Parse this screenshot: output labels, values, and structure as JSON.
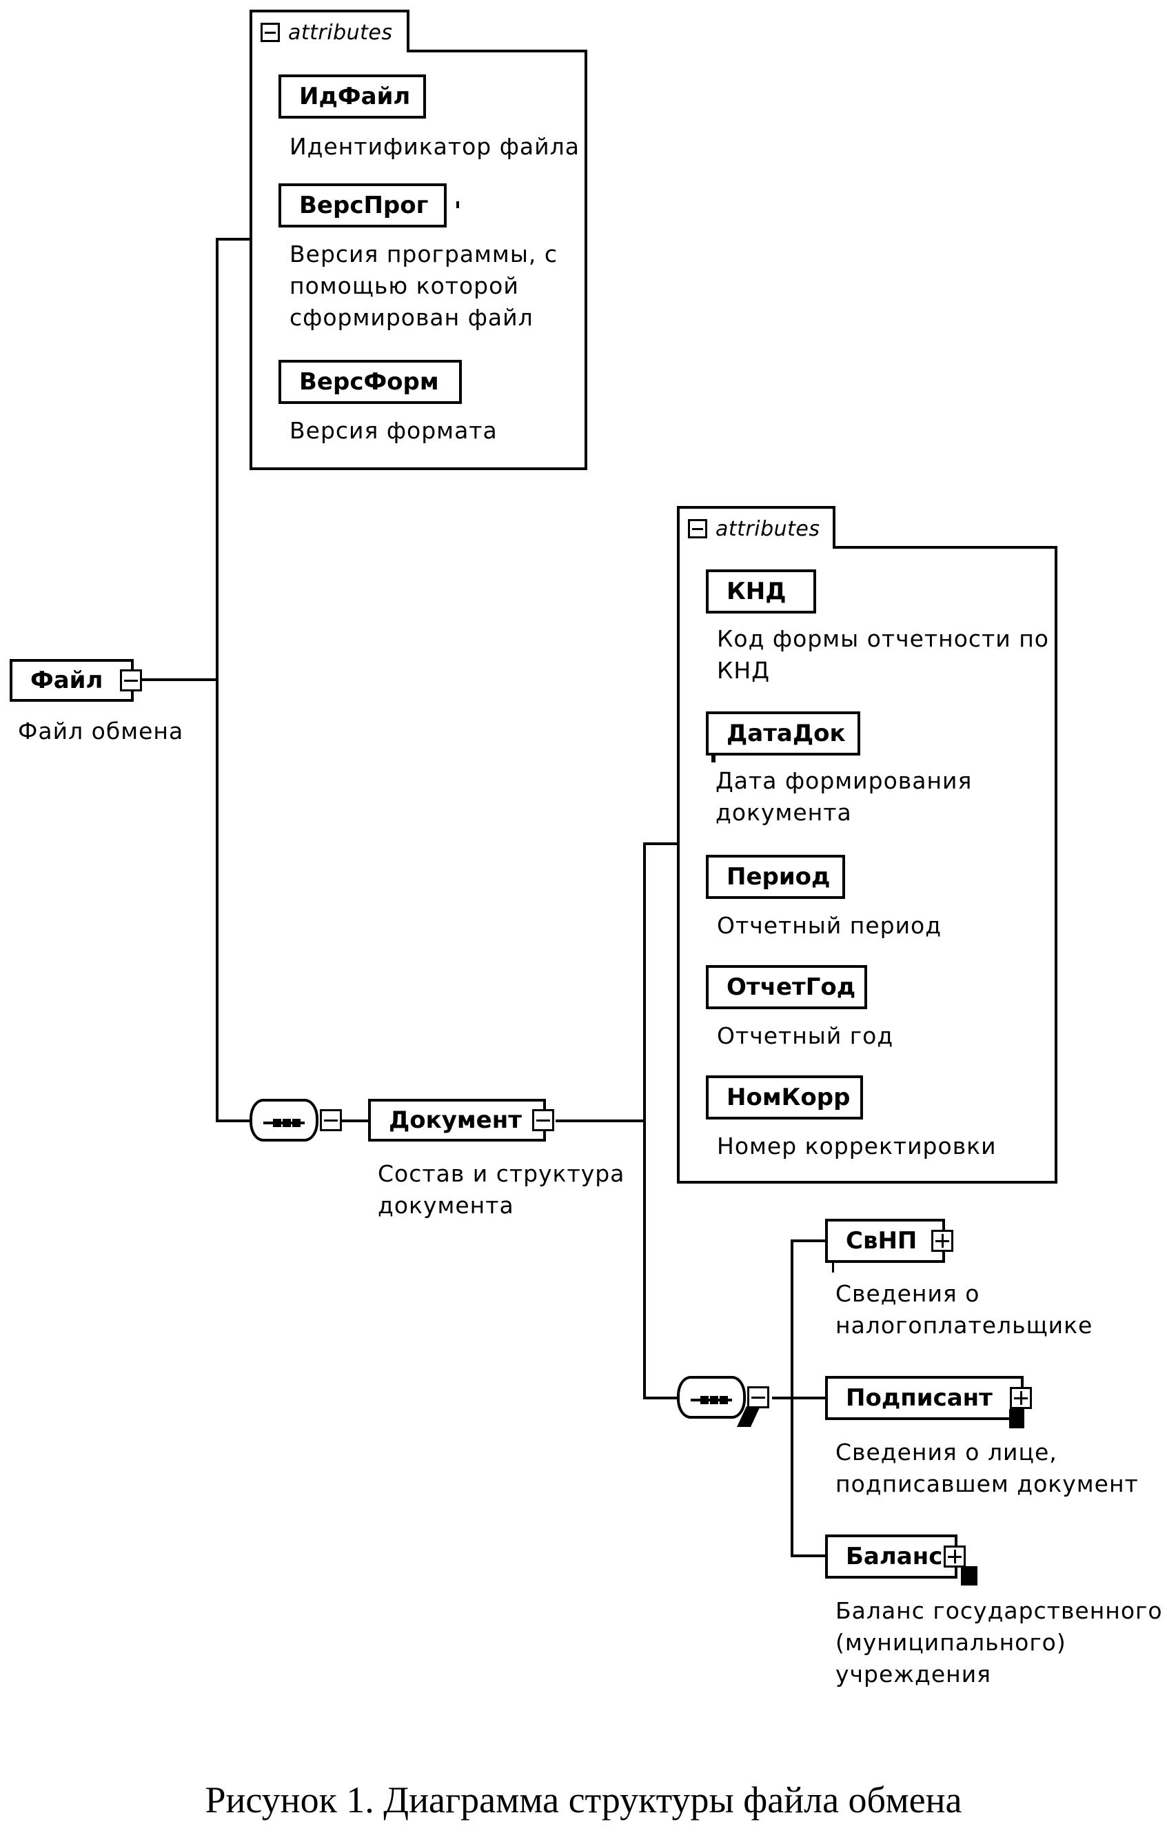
{
  "diagram": {
    "root": {
      "name": "Файл",
      "description": "Файл обмена",
      "toggle": "collapse"
    },
    "root_attributes": {
      "tab_label": "attributes",
      "items": [
        {
          "name": "ИдФайл",
          "description": "Идентификатор файла"
        },
        {
          "name": "ВерсПрог",
          "description": "Версия программы, с\nпомощью которой\nсформирован файл"
        },
        {
          "name": "ВерсФорм",
          "description": "Версия формата"
        }
      ]
    },
    "sequence_1": {
      "type": "sequence",
      "toggle": "collapse"
    },
    "document": {
      "name": "Документ",
      "description": "Состав и структура\nдокумента",
      "toggle": "collapse"
    },
    "document_attributes": {
      "tab_label": "attributes",
      "items": [
        {
          "name": "КНД",
          "description": "Код формы отчетности по\nКНД"
        },
        {
          "name": "ДатаДок",
          "description": "Дата формирования\nдокумента"
        },
        {
          "name": "Период",
          "description": "Отчетный период"
        },
        {
          "name": "ОтчетГод",
          "description": "Отчетный год"
        },
        {
          "name": "НомКорр",
          "description": "Номер корректировки"
        }
      ]
    },
    "sequence_2": {
      "type": "sequence",
      "toggle": "collapse"
    },
    "children": [
      {
        "name": "СвНП",
        "description": "Сведения о\nналогоплательщике",
        "toggle": "expand"
      },
      {
        "name": "Подписант",
        "description": "Сведения о лице,\nподписавшем документ",
        "toggle": "expand"
      },
      {
        "name": "Баланс",
        "description": "Баланс государственного\n(муниципального)\nучреждения",
        "toggle": "expand"
      }
    ]
  },
  "caption": "Рисунок 1. Диаграмма структуры файла обмена"
}
